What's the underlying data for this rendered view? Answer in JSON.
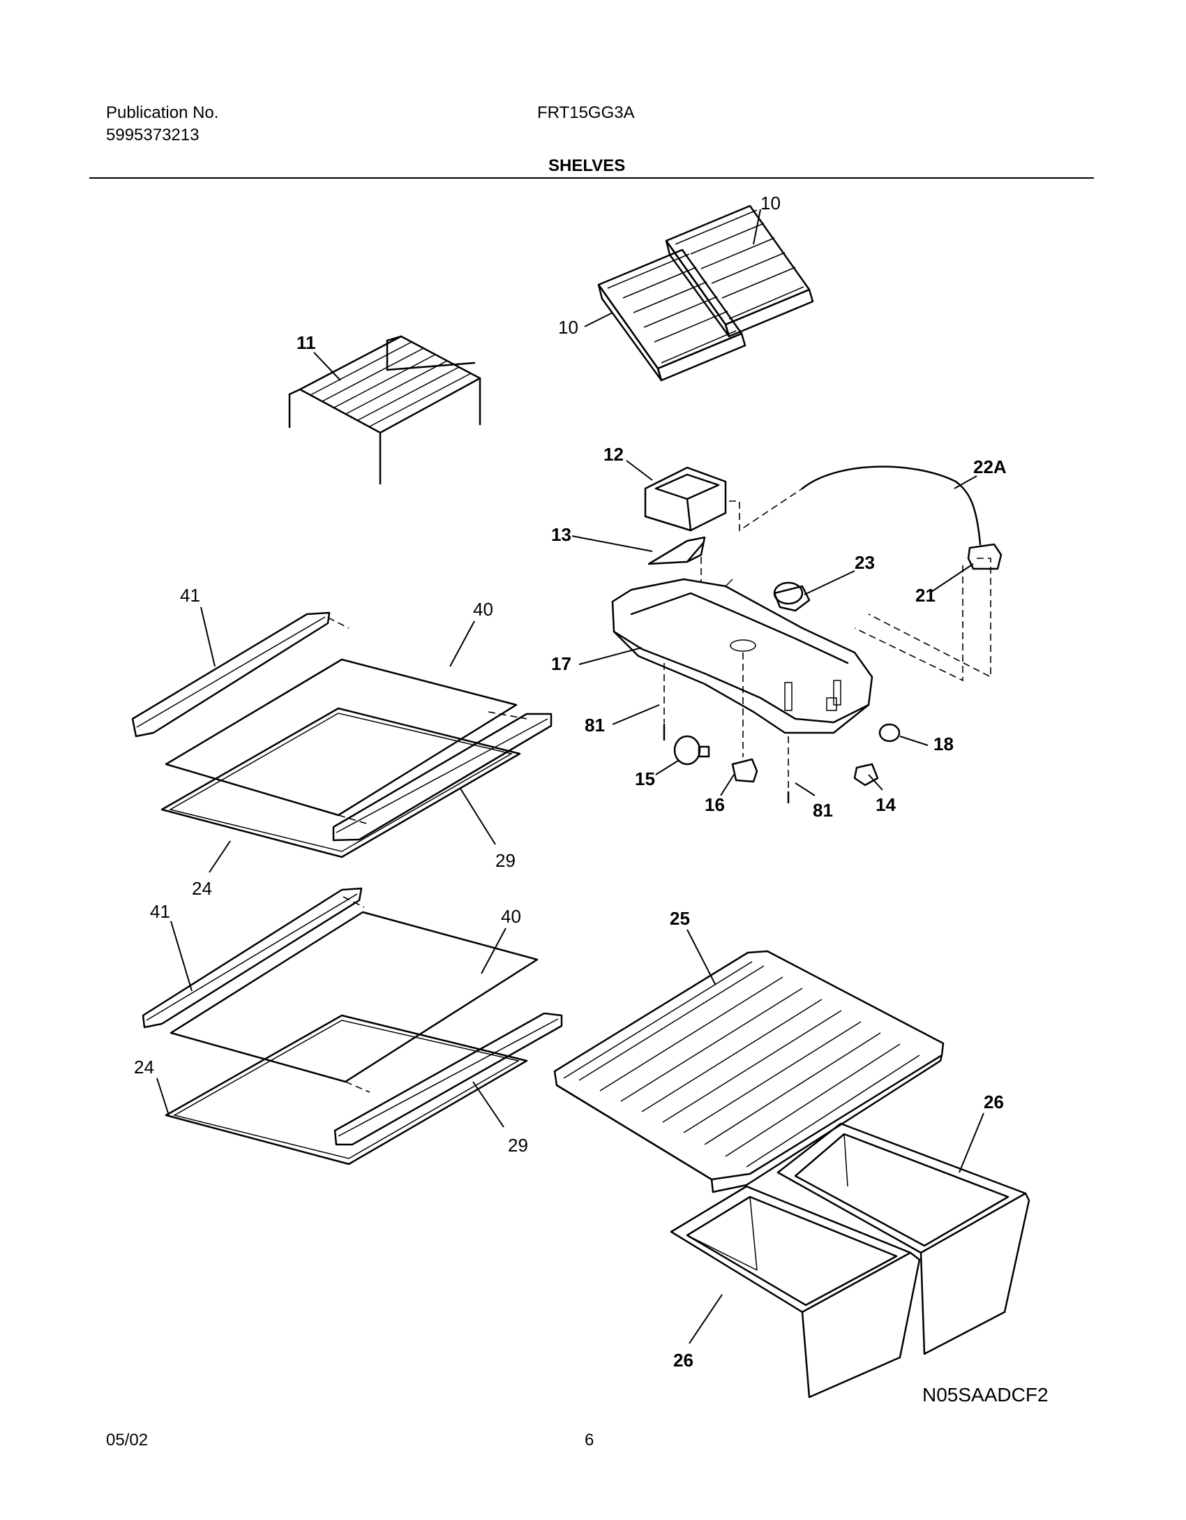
{
  "header": {
    "publication_label": "Publication No.",
    "publication_number": "5995373213",
    "model": "FRT15GG3A",
    "section_title": "SHELVES"
  },
  "callouts": {
    "c10a": "10",
    "c10b": "10",
    "c11": "11",
    "c12": "12",
    "c13": "13",
    "c22a": "22A",
    "c23": "23",
    "c21": "21",
    "c17": "17",
    "c81a": "81",
    "c81b": "81",
    "c15": "15",
    "c16": "16",
    "c14": "14",
    "c18": "18",
    "c41a": "41",
    "c40a": "40",
    "c24a": "24",
    "c29a": "29",
    "c41b": "41",
    "c40b": "40",
    "c24b": "24",
    "c29b": "29",
    "c25": "25",
    "c26a": "26",
    "c26b": "26"
  },
  "diagram_code": "N05SAADCF2",
  "footer": {
    "date": "05/02",
    "page": "6"
  }
}
